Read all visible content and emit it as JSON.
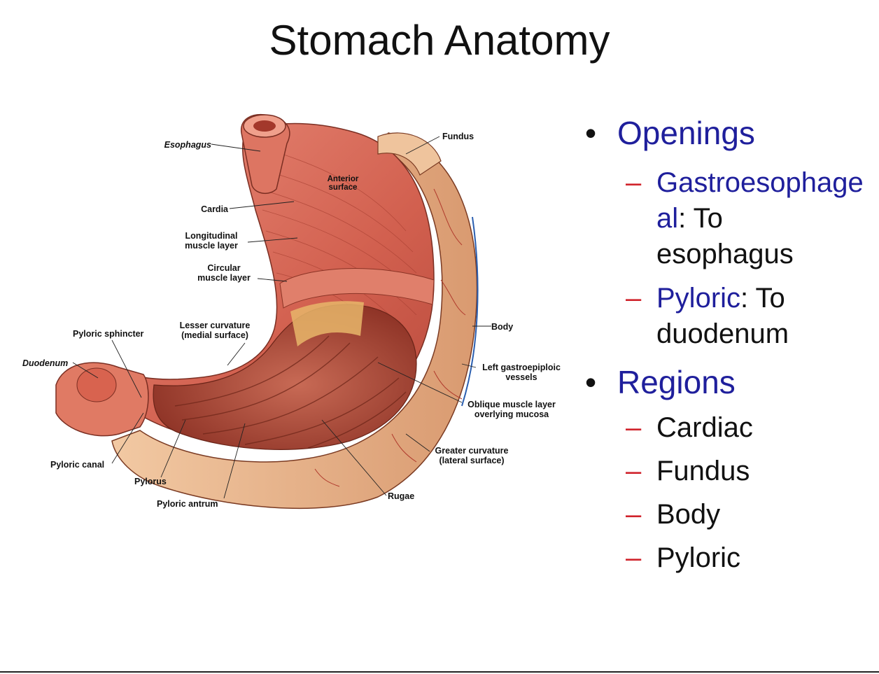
{
  "slide": {
    "title": "Stomach Anatomy"
  },
  "figure": {
    "labels": {
      "esophagus": "Esophagus",
      "fundus": "Fundus",
      "anterior_surface": [
        "Anterior",
        "surface"
      ],
      "cardia": "Cardia",
      "longitudinal": [
        "Longitudinal",
        "muscle layer"
      ],
      "circular": [
        "Circular",
        "muscle layer"
      ],
      "lesser_curvature": [
        "Lesser curvature",
        "(medial surface)"
      ],
      "pyloric_sphincter": "Pyloric sphincter",
      "body": "Body",
      "duodenum": "Duodenum",
      "left_gastroepiploic": [
        "Left gastroepiploic",
        "vessels"
      ],
      "oblique": [
        "Oblique muscle layer",
        "overlying mucosa"
      ],
      "greater_curvature": [
        "Greater curvature",
        "(lateral surface)"
      ],
      "pyloric_canal": "Pyloric canal",
      "pylorus": "Pylorus",
      "pyloric_antrum": "Pyloric antrum",
      "rugae": "Rugae"
    }
  },
  "bullets": {
    "openings": {
      "heading": "Openings",
      "gastro_term_1": "Gastroesophage",
      "gastro_term_2": "al",
      "gastro_rest": ": To",
      "gastro_line3": "esophagus",
      "pyloric_term": "Pyloric",
      "pyloric_rest": ": To",
      "pyloric_line2": "duodenum"
    },
    "regions": {
      "heading": "Regions",
      "items": [
        "Cardiac",
        "Fundus",
        "Body",
        "Pyloric"
      ]
    }
  },
  "colors": {
    "heading_blue": "#1f1f9c",
    "dash_red": "#d0242c",
    "muscle": "#d8695a",
    "muscle_dark": "#b94a3e",
    "serosa": "#e9b48c",
    "mucosa": "#b54a3a"
  }
}
